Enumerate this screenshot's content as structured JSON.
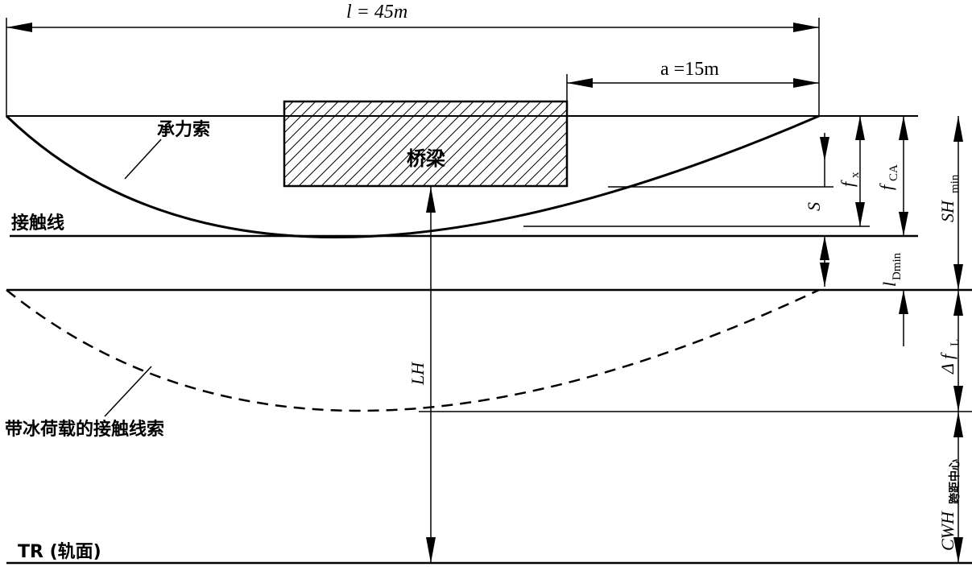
{
  "labels": {
    "span_l": "l = 45m",
    "span_a": "a =15m",
    "messenger": "承力索",
    "bridge": "桥梁",
    "contact_wire": "接触线",
    "iced_contact": "带冰荷载的接触线索",
    "rail": "TR (轨面)",
    "lh": "LH",
    "s": "S",
    "fx": "f",
    "fx_sub": "x",
    "fca": "f",
    "fca_sub": "CA",
    "ldmin": "l",
    "ldmin_sub": "Dmin",
    "shmin": "SH",
    "shmin_sub": "min",
    "dfl": "Δ f",
    "dfl_sub": "L",
    "cwh": "CWH",
    "cwh_sub": "跨距中心"
  },
  "styles": {
    "ink": "#000000",
    "hatch": "#000000"
  }
}
